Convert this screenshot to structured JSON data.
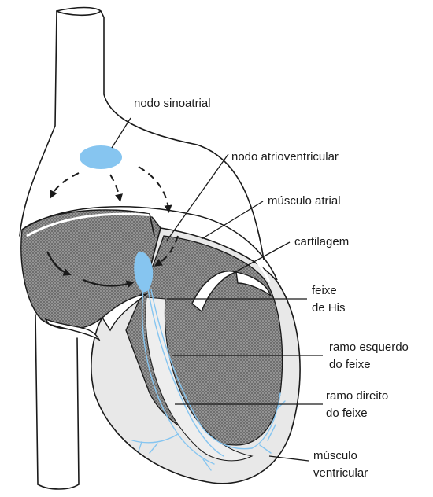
{
  "colors": {
    "conduction_blue": "#86c5f0",
    "hatch_gray": "#8a8a8a",
    "ventricle_pale": "#e6e6e6",
    "ink": "#1a1a1a"
  },
  "labels": {
    "sa_node": "nodo sinoatrial",
    "av_node": "nodo atrioventricular",
    "atrial_muscle": "músculo atrial",
    "cartilage": "cartilagem",
    "his_bundle_1": "feixe",
    "his_bundle_2": "de His",
    "left_branch_1": "ramo esquerdo",
    "left_branch_2": "do feixe",
    "right_branch_1": "ramo direito",
    "right_branch_2": "do feixe",
    "ventricular_muscle_1": "músculo",
    "ventricular_muscle_2": "ventricular"
  }
}
